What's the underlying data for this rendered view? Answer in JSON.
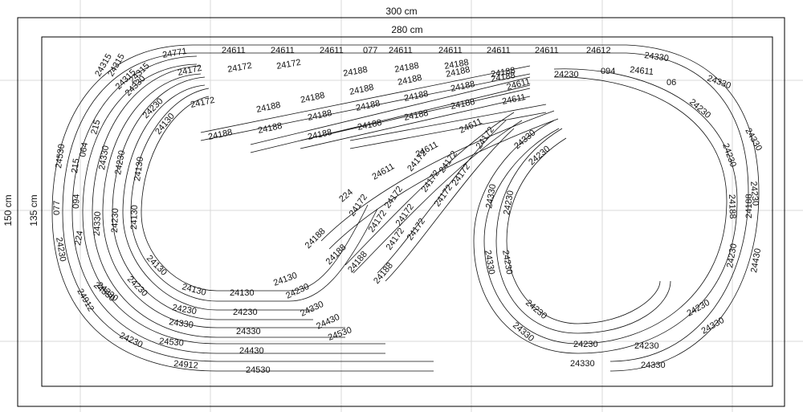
{
  "dimensions": {
    "outer_width": "300 cm",
    "inner_width": "280 cm",
    "outer_height": "150 cm",
    "inner_height": "135 cm"
  },
  "track_pieces": {
    "top_straight": [
      "24771",
      "24611",
      "24611",
      "24611",
      "077",
      "24611",
      "24611",
      "24611",
      "24611",
      "24612",
      "24330"
    ],
    "top_second_row": [
      "24172",
      "24172",
      "24172",
      "24188",
      "24188",
      "24188",
      "24188",
      "24188",
      "24230",
      "094",
      "24611",
      "06"
    ],
    "yard_row_1": [
      "24172",
      "24172",
      "24172",
      "24188",
      "24188",
      "24188",
      "24188",
      "24188",
      "24188"
    ],
    "yard_row_2": [
      "24188",
      "24188",
      "24188",
      "24188",
      "24188",
      "24188"
    ],
    "yard_row_3": [
      "24188",
      "24188",
      "24188",
      "24188",
      "24188"
    ],
    "yard_row_4": [
      "24188",
      "24188",
      "24188",
      "24611"
    ],
    "left_corner_small": [
      "24315",
      "24315",
      "24315",
      "24315",
      "215",
      "064",
      "215",
      "094",
      "077"
    ],
    "left_outer": [
      "24530",
      "24230",
      "24912",
      "24230",
      "24912"
    ],
    "left_mid": [
      "24330",
      "24330",
      "24330",
      "24330",
      "224"
    ],
    "left_inner": [
      "24230",
      "24230",
      "24230",
      "24230",
      "24330"
    ],
    "left_innermost": [
      "24130",
      "24130",
      "24130",
      "24130"
    ],
    "bottom_row_1": [
      "24130",
      "24130",
      "24130"
    ],
    "bottom_row_2": [
      "24230",
      "24230",
      "24230"
    ],
    "bottom_row_3": [
      "24330",
      "24330",
      "24330"
    ],
    "bottom_row_4": [
      "24530",
      "24430",
      "24430"
    ],
    "bottom_row_5": [
      "24530",
      "24530"
    ],
    "diagonal_1": [
      "24188",
      "24172",
      "224",
      "24611",
      "24611",
      "24611"
    ],
    "diagonal_2": [
      "24188",
      "24172",
      "24172",
      "24172",
      "24172",
      "24172"
    ],
    "diagonal_3": [
      "24188",
      "24172",
      "24172",
      "24172",
      "24172"
    ],
    "diagonal_4": [
      "24188",
      "24172",
      "24172",
      "24172",
      "24611"
    ],
    "loop_right_outer": [
      "24330",
      "24330",
      "24230",
      "24188",
      "24430",
      "24330",
      "24330"
    ],
    "loop_right_inner": [
      "24230",
      "24230",
      "24188",
      "24230",
      "24230",
      "24230"
    ],
    "loop_inner_left": [
      "24330",
      "24330",
      "24230",
      "24230",
      "24330",
      "24230"
    ],
    "loop_bottom": [
      "24330",
      "24330",
      "24230",
      "24230"
    ]
  }
}
